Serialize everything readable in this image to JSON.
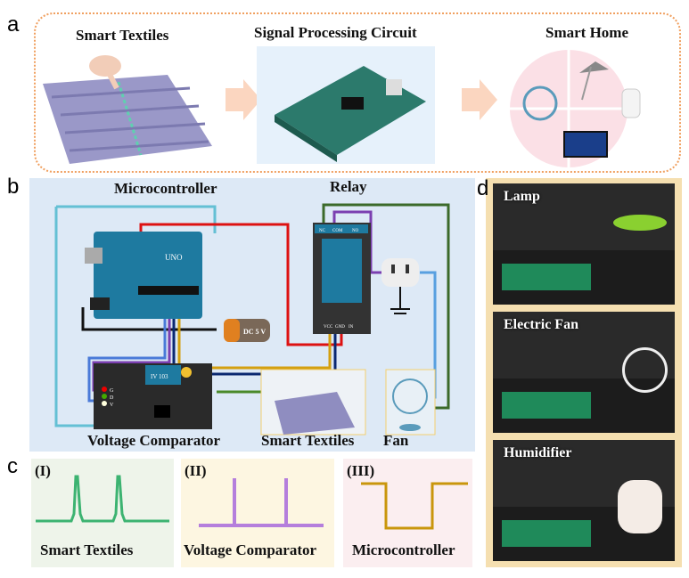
{
  "panels": {
    "a": "a",
    "b": "b",
    "c": "c",
    "d": "d"
  },
  "a": {
    "smart_textiles": "Smart Textiles",
    "circuit": "Signal Processing Circuit",
    "smart_home": "Smart Home"
  },
  "b": {
    "microcontroller": "Microcontroller",
    "relay": "Relay",
    "voltage_comparator": "Voltage Comparator",
    "smart_textiles": "Smart Textiles",
    "fan": "Fan",
    "battery": "DC 5 V",
    "uno": "UNO",
    "pot": "IV 103",
    "pins": [
      "G",
      "D",
      "V"
    ],
    "relay_top": [
      "NC",
      "COM",
      "NO"
    ],
    "relay_bottom": [
      "VCC",
      "GND",
      "IN"
    ]
  },
  "c": [
    {
      "num": "(I)",
      "label": "Smart Textiles",
      "bg": "#eef4ea",
      "line": "#3cb371"
    },
    {
      "num": "(II)",
      "label": "Voltage Comparator",
      "bg": "#fdf6e1",
      "line": "#b57edc"
    },
    {
      "num": "(III)",
      "label": "Microcontroller",
      "bg": "#fbeef0",
      "line": "#c9960c"
    }
  ],
  "d": [
    {
      "label": "Lamp"
    },
    {
      "label": "Electric Fan"
    },
    {
      "label": "Humidifier"
    }
  ],
  "colors": {
    "panel_b_bg": "#dde9f6",
    "dashed_border": "#f0a060",
    "panel_d_border": "#f5dfb0"
  }
}
